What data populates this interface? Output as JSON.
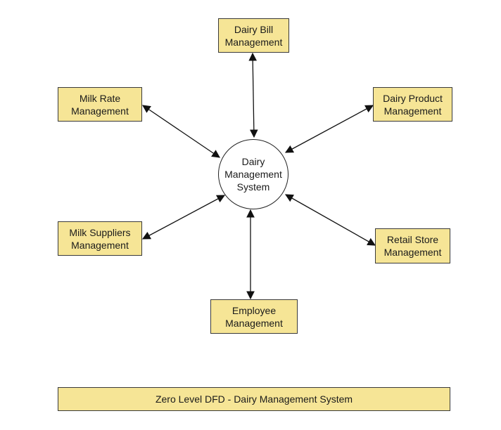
{
  "center": {
    "label": "Dairy\nManagement\nSystem"
  },
  "entities": {
    "dairy_bill": "Dairy Bill\nManagement",
    "milk_rate": "Milk Rate\nManagement",
    "dairy_product": "Dairy Product\nManagement",
    "milk_suppliers": "Milk Suppliers\nManagement",
    "retail_store": "Retail Store\nManagement",
    "employee": "Employee\nManagement"
  },
  "caption": "Zero Level DFD - Dairy Management System",
  "colors": {
    "entity_fill": "#f6e596",
    "border": "#3a3a3a",
    "arrow": "#111111"
  }
}
